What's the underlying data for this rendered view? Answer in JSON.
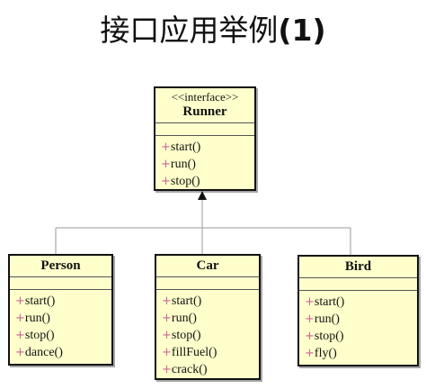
{
  "title": {
    "main": "接口应用举例",
    "suffix": "(1)"
  },
  "colors": {
    "class_fill": "#ffffcc",
    "border": "#111111",
    "connector": "#999999",
    "visibility_plus": "#cc6699"
  },
  "interface": {
    "stereotype": "<<interface>>",
    "name": "Runner",
    "operations": [
      "start()",
      "run()",
      "stop()"
    ]
  },
  "classes": {
    "person": {
      "name": "Person",
      "operations": [
        "start()",
        "run()",
        "stop()",
        "dance()"
      ]
    },
    "car": {
      "name": "Car",
      "operations": [
        "start()",
        "run()",
        "stop()",
        "fillFuel()",
        "crack()"
      ]
    },
    "bird": {
      "name": "Bird",
      "operations": [
        "start()",
        "run()",
        "stop()",
        "fly()"
      ]
    }
  },
  "visibility_symbol": "+"
}
